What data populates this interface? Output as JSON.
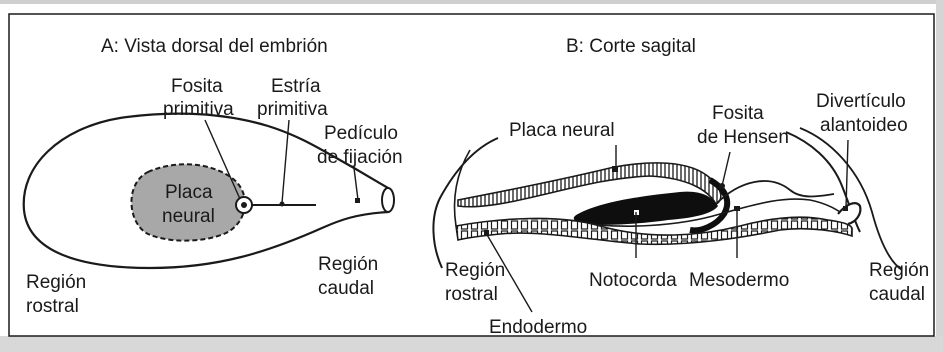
{
  "panel_a": {
    "title": "A: Vista dorsal del embrión",
    "fosita_primitiva": [
      "Fosita",
      "primitiva"
    ],
    "estria_primitiva": [
      "Estría",
      "primitiva"
    ],
    "pediculo_fijacion": [
      "Pedículo",
      "de fijación"
    ],
    "placa_neural": [
      "Placa",
      "neural"
    ],
    "region_rostral": [
      "Región",
      "rostral"
    ],
    "region_caudal": [
      "Región",
      "caudal"
    ]
  },
  "panel_b": {
    "title": "B: Corte sagital",
    "placa_neural": "Placa neural",
    "fosita_hensen": [
      "Fosita",
      "de Hensen"
    ],
    "diverticulo_alantoideo": [
      "Divertículo",
      "alantoideo"
    ],
    "region_rostral": [
      "Región",
      "rostral"
    ],
    "notocorda": "Notocorda",
    "mesodermo": "Mesodermo",
    "endodermo": "Endodermo",
    "region_caudal": [
      "Región",
      "caudal"
    ]
  },
  "colors": {
    "line": "#1a1a1a",
    "neural_plate_fill": "#a8a8a8",
    "background": "#ffffff",
    "page_bleed": "#c8c8c8"
  }
}
